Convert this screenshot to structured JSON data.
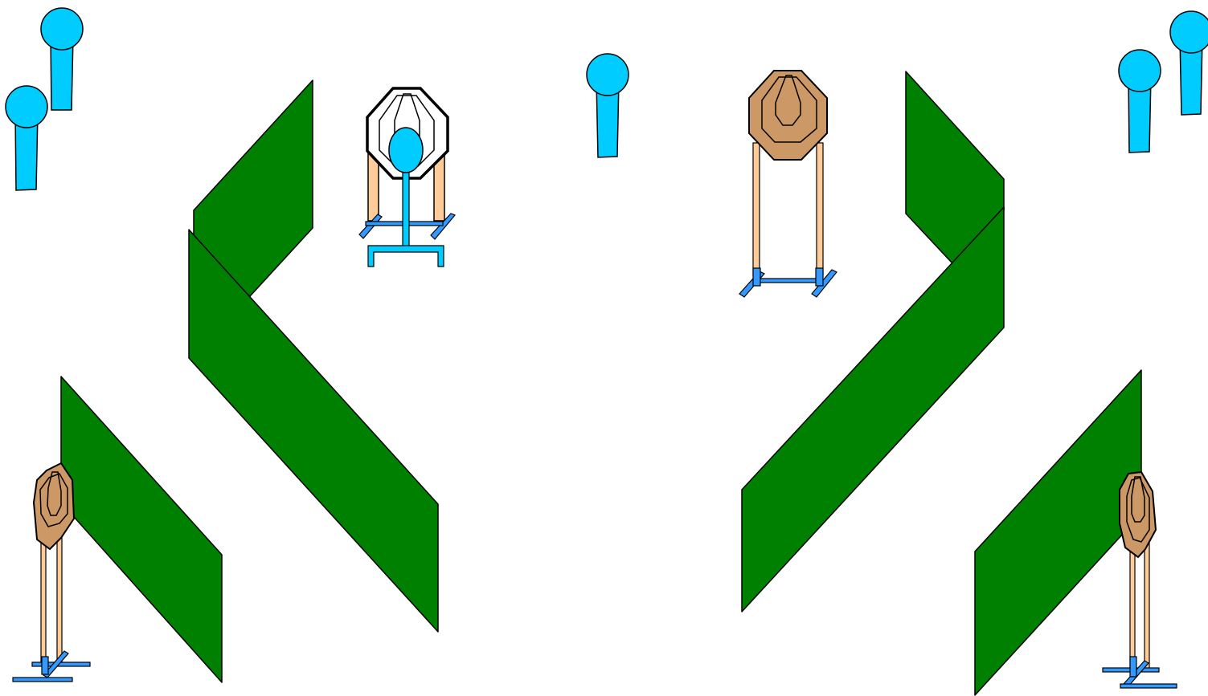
{
  "colors": {
    "background": "#ffffff",
    "wall_fill": "#008000",
    "wall_stroke": "#000000",
    "popper_fill": "#00ccff",
    "target_fill": "#cc9966",
    "no_shoot_target_fill": "#ffffff",
    "stand_leg": "#ffcc99",
    "stand_base": "#3399ff",
    "outline": "#000000"
  },
  "legend_items": [],
  "counts": {
    "walls": 6,
    "popper_steel_targets": 6,
    "paper_targets": 4
  }
}
